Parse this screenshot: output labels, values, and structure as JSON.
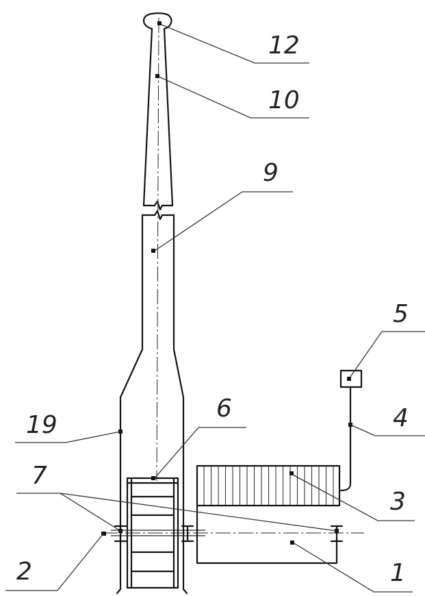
{
  "labels": {
    "n12": "12",
    "n10": "10",
    "n9": "9",
    "n5": "5",
    "n19": "19",
    "n6": "6",
    "n4": "4",
    "n7": "7",
    "n3": "3",
    "n2": "2",
    "n1": "1"
  }
}
